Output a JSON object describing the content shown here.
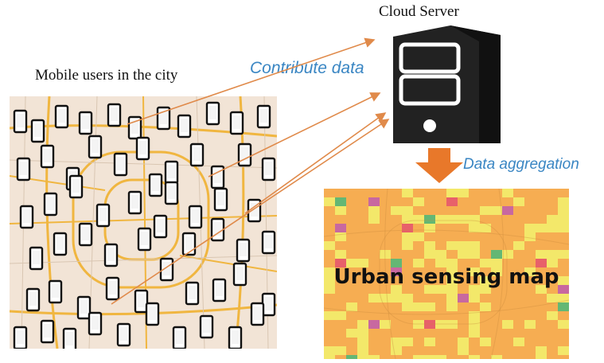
{
  "labels": {
    "server": "Cloud Server",
    "users": "Mobile users in the city",
    "contribute": "Contribute data",
    "aggregation": "Data  aggregation",
    "sensing_map": "Urban sensing map"
  },
  "icons": {
    "server": "server-tower-icon",
    "phone": "smartphone-icon",
    "arrow": "down-arrow-icon"
  },
  "colors": {
    "server": "#222222",
    "flow_arrow": "#e08a4a",
    "aggregation_arrow": "#e8782a",
    "label_text": "#3a86c3",
    "map_bg": "#f2e4d6",
    "map_roads": "#f0b640",
    "heat_base": "#f6ad52",
    "heat_yellow": "#f3e86a",
    "heat_green": "#64b774",
    "heat_red": "#e8606a",
    "heat_pink": "#c868a0"
  }
}
